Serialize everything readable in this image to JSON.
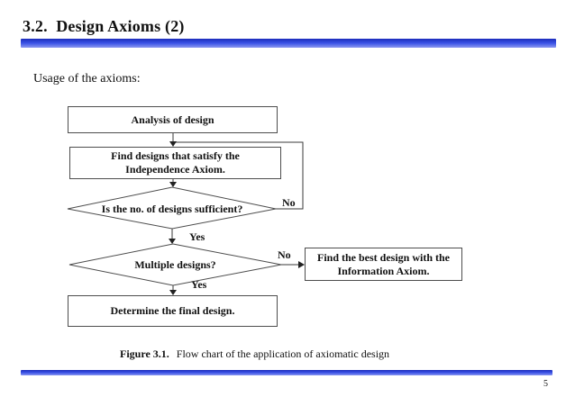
{
  "slide": {
    "title": "3.2.  Design Axioms (2)",
    "intro_text": "Usage of the axioms:",
    "page_number": "5",
    "accent_color": "#3a52e6"
  },
  "flowchart": {
    "box_analysis": "Analysis of design",
    "box_find_satisfy": {
      "line1": "Find designs that satisfy the",
      "line2": "Independence Axiom."
    },
    "diamond_sufficient": "Is the no. of designs sufficient?",
    "diamond_multiple": "Multiple designs?",
    "box_best_design": {
      "line1": "Find the best design with the",
      "line2": "Information Axiom."
    },
    "box_final": "Determine the final design.",
    "labels": {
      "no_sufficient": "No",
      "yes_sufficient": "Yes",
      "no_multiple": "No",
      "yes_multiple": "Yes"
    }
  },
  "caption": {
    "label": "Figure 3.1.",
    "text": "Flow chart of the application of axiomatic design"
  }
}
